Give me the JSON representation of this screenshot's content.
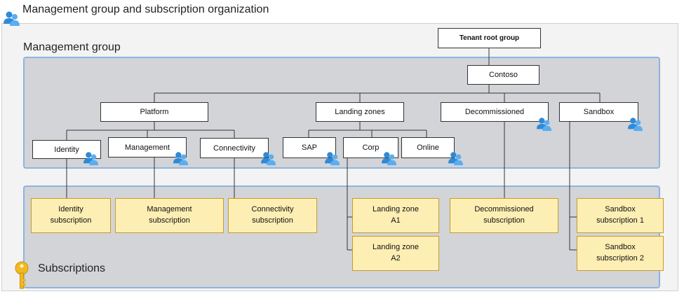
{
  "title": "Management group and subscription organization",
  "labels": {
    "management_group": "Management group",
    "subscriptions": "Subscriptions"
  },
  "nodes": {
    "tenant_root": "Tenant root group",
    "contoso": "Contoso",
    "platform": "Platform",
    "landing_zones": "Landing zones",
    "decommissioned": "Decommissioned",
    "sandbox": "Sandbox",
    "identity": "Identity",
    "management": "Management",
    "connectivity": "Connectivity",
    "sap": "SAP",
    "corp": "Corp",
    "online": "Online"
  },
  "subscriptions": {
    "identity": "Identity\nsubscription",
    "management": "Management\nsubscription",
    "connectivity": "Connectivity\nsubscription",
    "lz_a1": "Landing zone\nA1",
    "lz_a2": "Landing zone\nA2",
    "decommissioned": "Decommissioned\nsubscription",
    "sandbox1": "Sandbox\nsubscription 1",
    "sandbox2": "Sandbox\nsubscription 2"
  },
  "icons": {
    "header": "user-group-icon",
    "group": "user-group-icon",
    "key": "key-icon"
  },
  "colors": {
    "panel": "#d2d4d8",
    "panel_border": "#8fb3e0",
    "subscription_fill": "#fdeeb3",
    "subscription_border": "#c89b2a",
    "icon_blue": "#2f8ad8",
    "key_gold": "#f2b81d"
  }
}
